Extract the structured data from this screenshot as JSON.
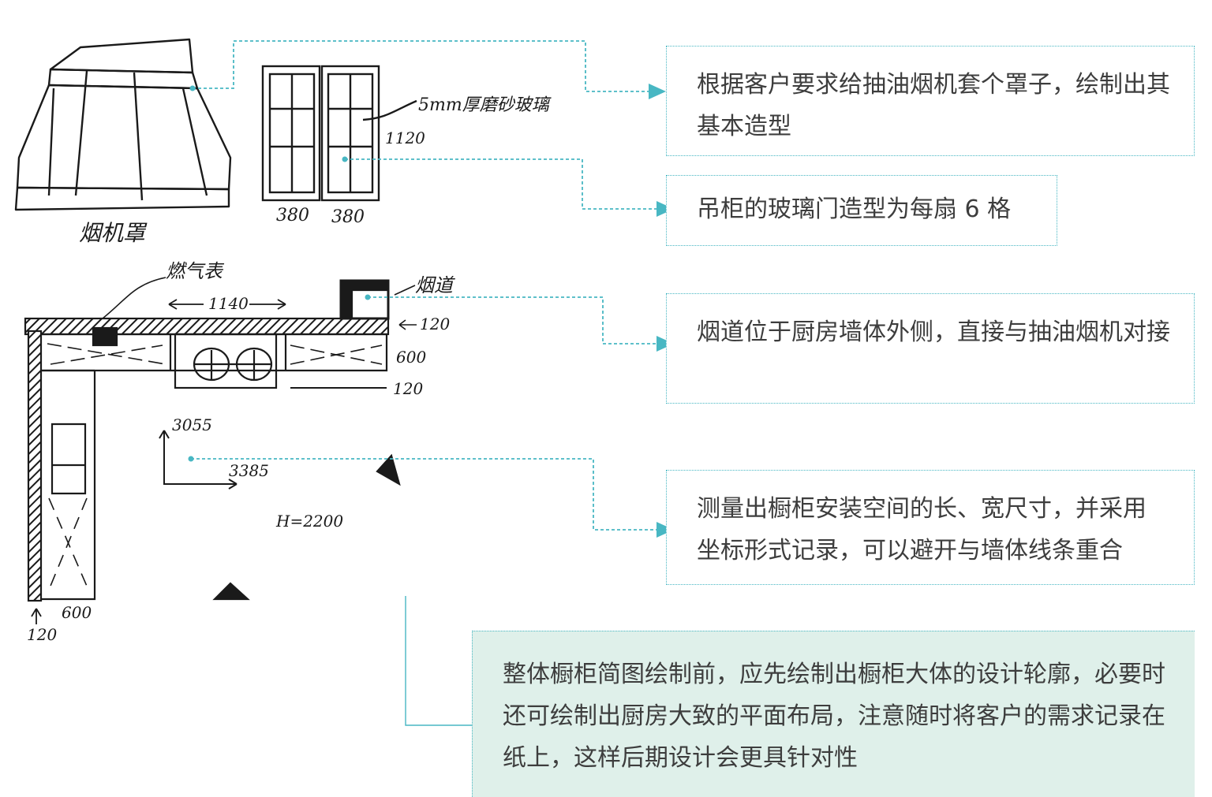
{
  "sketch_labels": {
    "hood_label": "烟机罩",
    "glass_label": "5mm厚磨砂玻璃",
    "door_height": "1120",
    "door_width_1": "380",
    "door_width_2": "380",
    "gas_meter": "燃气表",
    "top_length": "1140",
    "flue": "烟道",
    "wall_120_top": "120",
    "depth_600_right": "600",
    "wall_120_right": "120",
    "dim_3055": "3055",
    "dim_3385": "3385",
    "height": "H=2200",
    "depth_600_bottom": "600",
    "wall_120_bottom": "120"
  },
  "callouts": [
    {
      "text": "根据客户要求给抽油烟机套个罩子，绘制出其基本造型"
    },
    {
      "text": "吊柜的玻璃门造型为每扇 6 格"
    },
    {
      "text": "烟道位于厨房墙体外侧，直接与抽油烟机对接"
    },
    {
      "text": "测量出橱柜安装空间的长、宽尺寸，并采用坐标形式记录，可以避开与墙体线条重合"
    }
  ],
  "summary_note": {
    "text": "整体橱柜简图绘制前，应先绘制出橱柜大体的设计轮廓，必要时还可绘制出厨房大致的平面布局，注意随时将客户的需求记录在纸上，这样后期设计会更具针对性"
  },
  "colors": {
    "leader": "#48b7c3",
    "note_bg": "#dff0ea",
    "ink": "#1a1a1a"
  }
}
